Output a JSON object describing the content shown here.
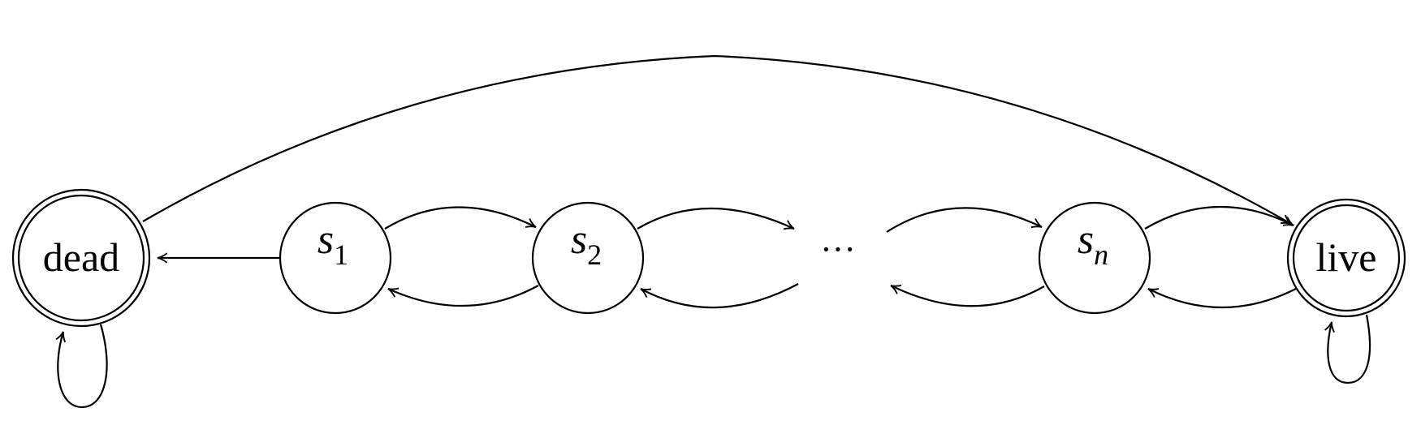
{
  "nodes": {
    "dead": {
      "label": "dead"
    },
    "s1": {
      "base": "s",
      "sub": "1"
    },
    "s2": {
      "base": "s",
      "sub": "2"
    },
    "ellipsis": {
      "label": "···"
    },
    "sn": {
      "base": "s",
      "sub": "n"
    },
    "live": {
      "label": "live"
    }
  },
  "edges": [
    {
      "from": "dead",
      "to": "dead",
      "kind": "self-loop"
    },
    {
      "from": "dead",
      "to": "live",
      "kind": "arc"
    },
    {
      "from": "s1",
      "to": "dead"
    },
    {
      "from": "s1",
      "to": "s2"
    },
    {
      "from": "s2",
      "to": "s1"
    },
    {
      "from": "s2",
      "to": "ellipsis"
    },
    {
      "from": "ellipsis",
      "to": "s2"
    },
    {
      "from": "ellipsis",
      "to": "sn"
    },
    {
      "from": "sn",
      "to": "ellipsis"
    },
    {
      "from": "sn",
      "to": "live"
    },
    {
      "from": "live",
      "to": "sn"
    },
    {
      "from": "live",
      "to": "live",
      "kind": "self-loop"
    }
  ]
}
